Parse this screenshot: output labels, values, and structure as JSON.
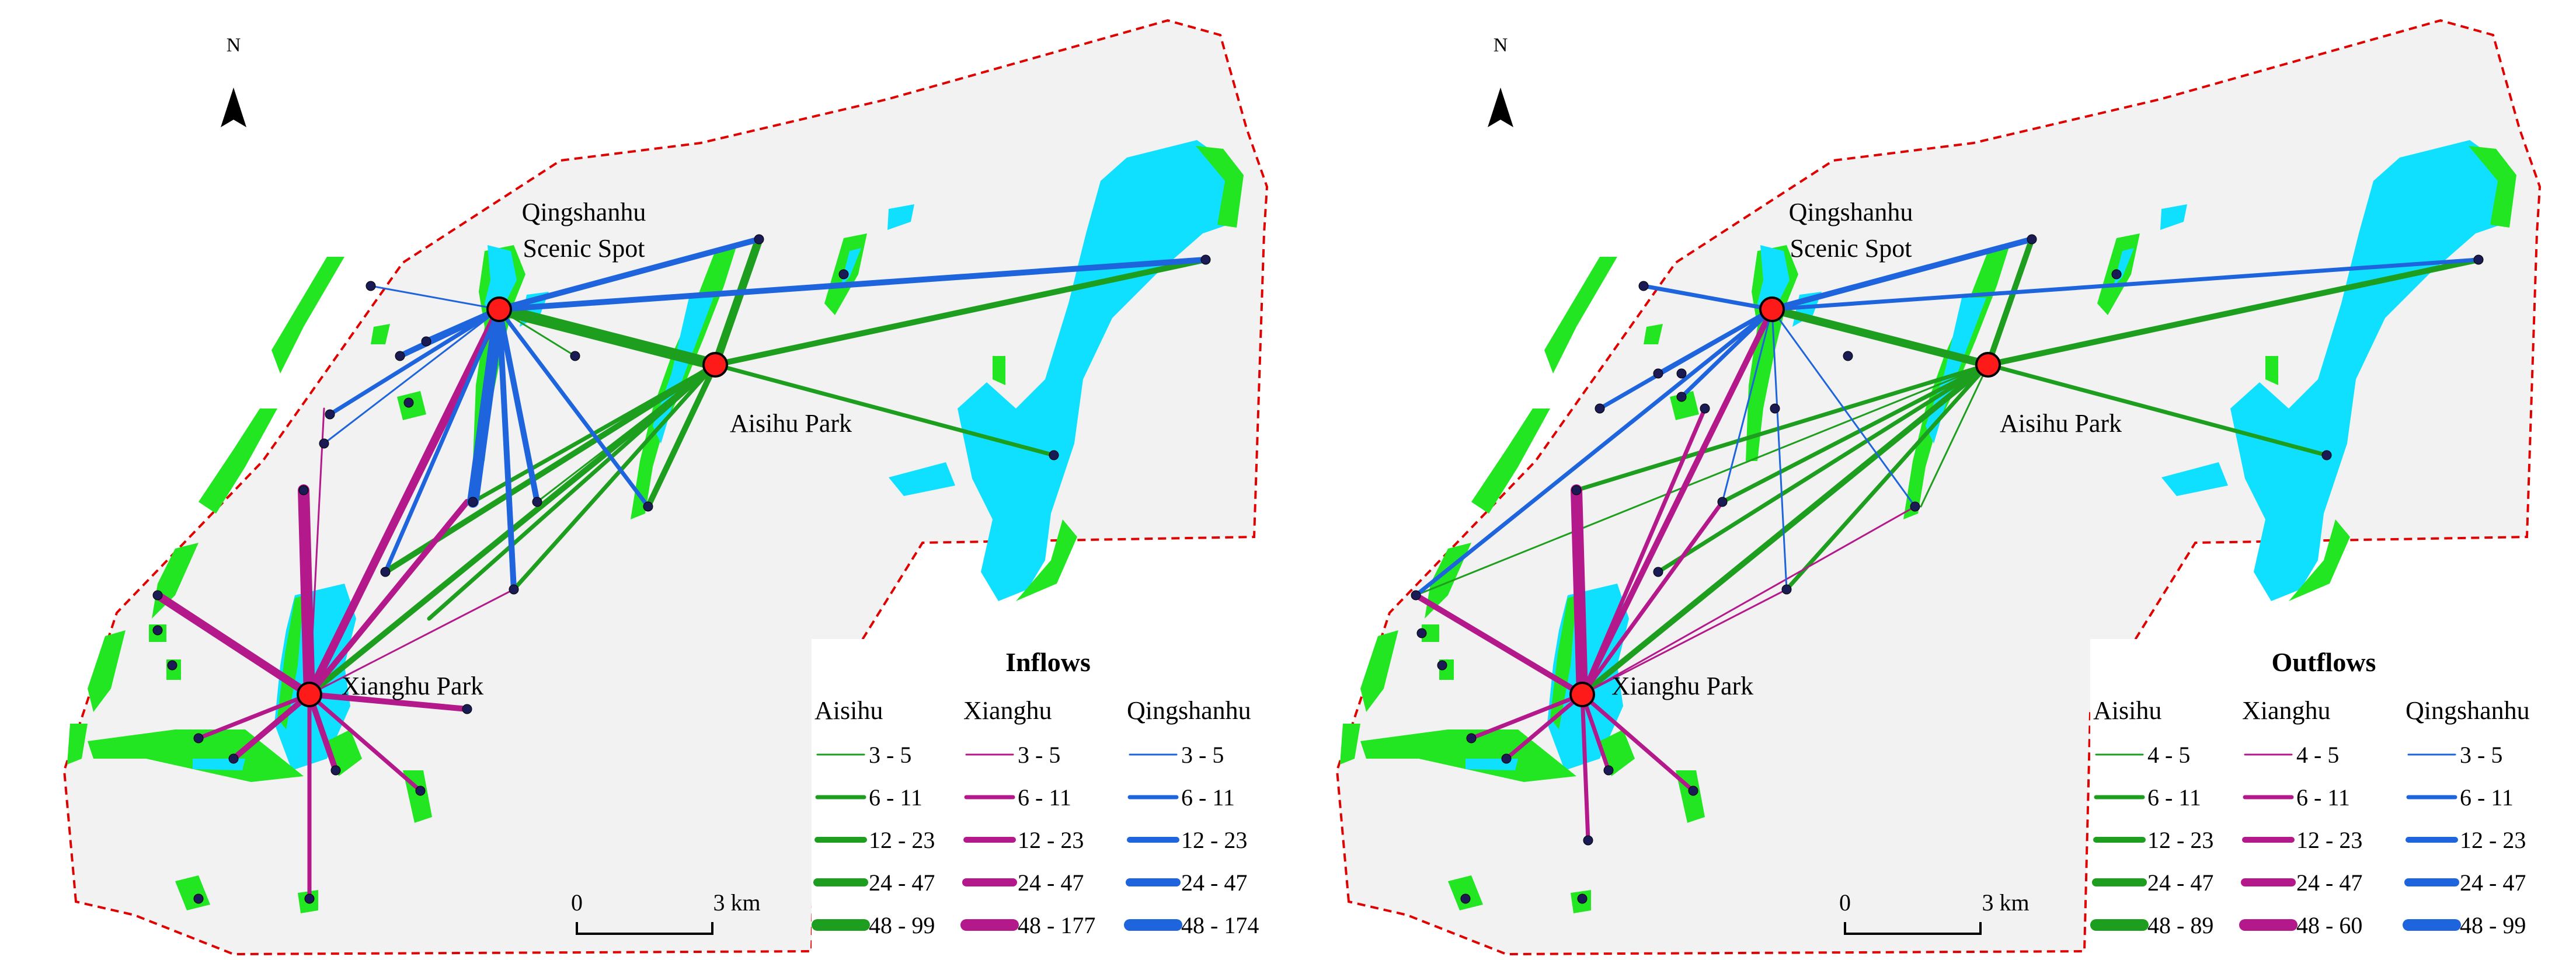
{
  "colors": {
    "aisihu": "#1e9e1e",
    "xianghu": "#b4198c",
    "qingshanhu": "#1e64dc",
    "water": "#10e0ff",
    "greenland": "#22e622",
    "land": "#f2f2f2",
    "boundary": "#e00000",
    "node_major": "#ff1a1a",
    "node_minor": "#1a1a55"
  },
  "panels": [
    {
      "id": "inflows",
      "north_label": "N",
      "place_labels": {
        "qingshanhu_line1": "Qingshanhu",
        "qingshanhu_line2": "Scenic Spot",
        "aisihu": "Aisihu Park",
        "xianghu": "Xianghu Park"
      },
      "scale": {
        "zero": "0",
        "distance": "3 km"
      },
      "legend": {
        "title": "Inflows",
        "columns": [
          {
            "name": "Aisihu",
            "classes": [
              "3 - 5",
              "6 - 11",
              "12 - 23",
              "24 - 47",
              "48 - 99"
            ]
          },
          {
            "name": "Xianghu",
            "classes": [
              "3 - 5",
              "6 - 11",
              "12 - 23",
              "24 - 47",
              "48 - 177"
            ]
          },
          {
            "name": "Qingshanhu",
            "classes": [
              "3 - 5",
              "6 - 11",
              "12 - 23",
              "24 - 47",
              "48 - 174"
            ]
          }
        ]
      }
    },
    {
      "id": "outflows",
      "north_label": "N",
      "place_labels": {
        "qingshanhu_line1": "Qingshanhu",
        "qingshanhu_line2": "Scenic Spot",
        "aisihu": "Aisihu Park",
        "xianghu": "Xianghu Park"
      },
      "scale": {
        "zero": "0",
        "distance": "3 km"
      },
      "legend": {
        "title": "Outflows",
        "columns": [
          {
            "name": "Aisihu",
            "classes": [
              "4 - 5",
              "6 - 11",
              "12 - 23",
              "24 - 47",
              "48 - 89"
            ]
          },
          {
            "name": "Xianghu",
            "classes": [
              "4 - 5",
              "6 - 11",
              "12 - 23",
              "24 - 47",
              "48 - 60"
            ]
          },
          {
            "name": "Qingshanhu",
            "classes": [
              "3 - 5",
              "6 - 11",
              "12 - 23",
              "24 - 47",
              "48 - 99"
            ]
          }
        ]
      }
    }
  ]
}
